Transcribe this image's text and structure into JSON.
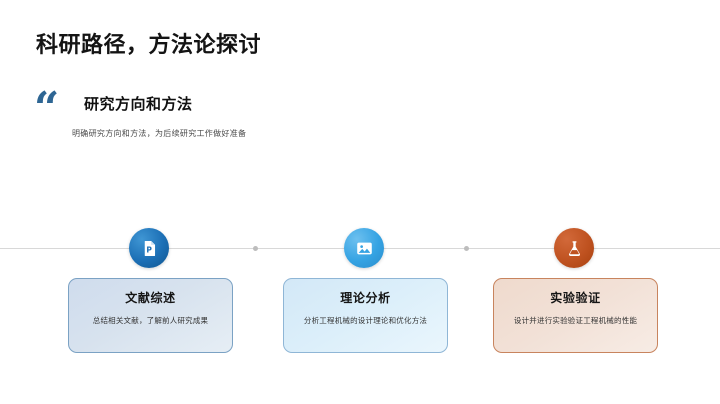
{
  "slide": {
    "title": "科研路径，方法论探讨",
    "quote": {
      "mark": "“",
      "heading": "研究方向和方法",
      "subtitle": "明确研究方向和方法，为后续研究工作做好准备"
    },
    "timeline": {
      "nodes": [
        {
          "icon": "document-file-icon",
          "color": "#1c6fb5",
          "card": {
            "title": "文献综述",
            "description": "总结相关文献，了解前人研究成果",
            "border_color": "#7ba2c4",
            "fill_color": "#d7e2ee"
          }
        },
        {
          "icon": "image-picture-icon",
          "color": "#35a3e3",
          "card": {
            "title": "理论分析",
            "description": "分析工程机械的设计理论和优化方法",
            "border_color": "#8fb6d6",
            "fill_color": "#dceffa"
          }
        },
        {
          "icon": "flask-beaker-icon",
          "color": "#bf5220",
          "card": {
            "title": "实验验证",
            "description": "设计并进行实验验证工程机械的性能",
            "border_color": "#c8845e",
            "fill_color": "#f2e1d7"
          }
        }
      ]
    }
  }
}
